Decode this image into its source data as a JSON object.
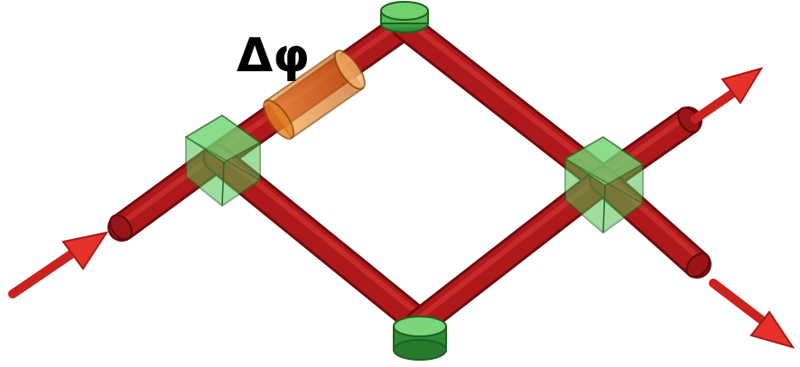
{
  "diagram": {
    "kind": "Mach-Zehnder interferometer",
    "phase_label": "Δφ",
    "colors": {
      "beam": "#b0191c",
      "beam_highlight": "#d93b36",
      "beam_shadow": "#6e0c0e",
      "beam_splitter": "#4fc24f",
      "mirror": "#3fae3f",
      "phase_shifter": "#f08a22",
      "arrow": "#e8312b"
    },
    "components": [
      {
        "name": "input-beam-splitter",
        "type": "cube beam splitter"
      },
      {
        "name": "output-beam-splitter",
        "type": "cube beam splitter"
      },
      {
        "name": "top-mirror",
        "type": "mirror"
      },
      {
        "name": "bottom-mirror",
        "type": "mirror"
      },
      {
        "name": "phase-shifter",
        "type": "phase shifter"
      }
    ],
    "arrows": [
      {
        "name": "input-arrow",
        "direction": "in"
      },
      {
        "name": "output-arrow-top",
        "direction": "out"
      },
      {
        "name": "output-arrow-bottom",
        "direction": "out"
      }
    ]
  }
}
